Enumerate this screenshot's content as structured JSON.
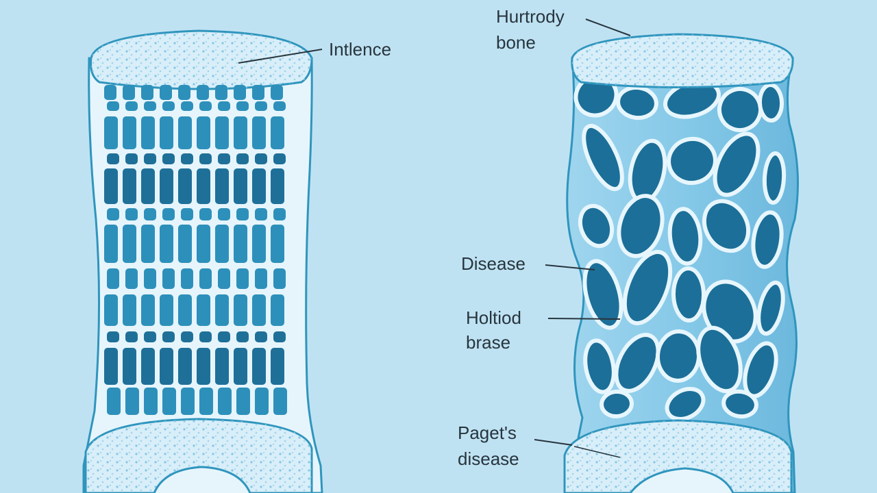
{
  "colors": {
    "background": "#bfe2f3",
    "outline": "#2f95bd",
    "cell_fill": "#2d90ba",
    "cell_dark": "#1f7099",
    "bone_light": "#e5f4fb",
    "spongy_fill": "#7fc4e4",
    "cavity": "#1c6f98",
    "label_text": "#27353d",
    "leader_line": "#27353d"
  },
  "labels": {
    "left_top": "Intlence",
    "right_top_line1": "Hurtrody",
    "right_top_line2": "bone",
    "right_mid": "Disease",
    "right_lower_line1": "Holtiod",
    "right_lower_line2": "brase",
    "right_bottom_line1": "Paget's",
    "right_bottom_line2": "disease"
  },
  "icons": {
    "left_bone": "normal-bone-cross-section-icon",
    "right_bone": "paget-bone-cross-section-icon"
  }
}
